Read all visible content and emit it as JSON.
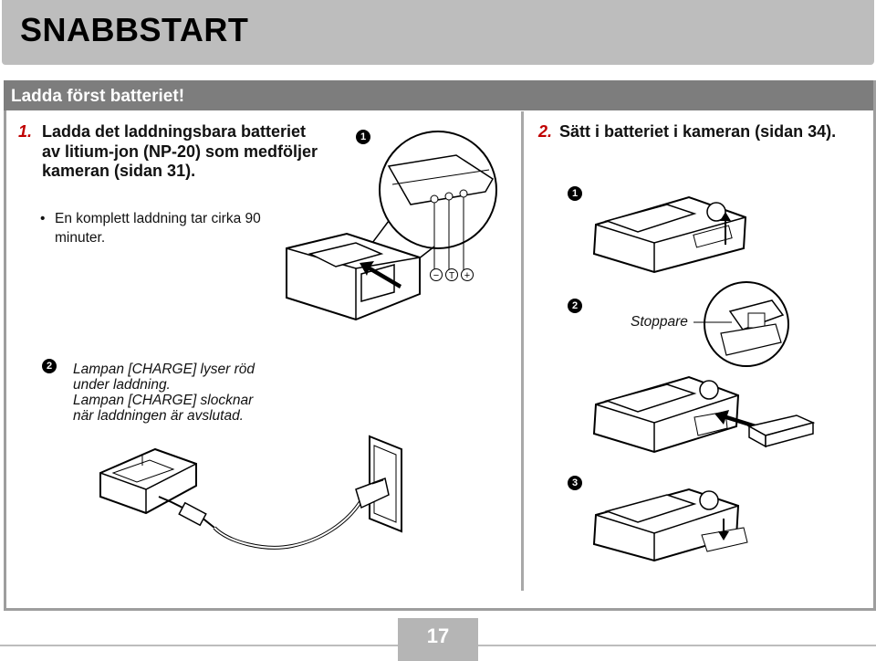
{
  "header": {
    "title": "SNABBSTART"
  },
  "section": {
    "title": "Ladda först batteriet!"
  },
  "step1": {
    "number": "1.",
    "text": "Ladda det laddningsbara batteriet av litium-jon (NP-20) som medföljer kameran (sidan 31).",
    "bullet": "•",
    "bullet_text": "En komplett laddning tar cirka 90 minuter."
  },
  "step2": {
    "number": "2.",
    "text": "Sätt i batteriet i kameran (sidan 34)."
  },
  "markers": {
    "one": "1",
    "two": "2",
    "three": "3"
  },
  "charger_note": {
    "line1": "Lampan [CHARGE] lyser röd",
    "line2": "under laddning.",
    "line3": "Lampan [CHARGE] slocknar",
    "line4": "när laddningen är avslutad."
  },
  "terminal_symbols": {
    "minus": "−",
    "t": "T",
    "plus": "+"
  },
  "stopper_label": "Stoppare",
  "page_number": "17"
}
